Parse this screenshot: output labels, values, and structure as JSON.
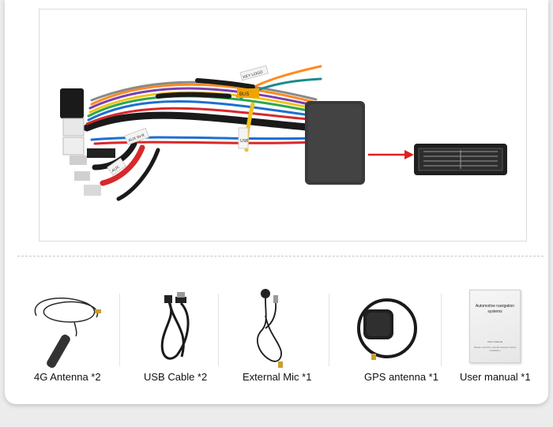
{
  "harness_tags": {
    "top_tag": "KEY LOGO",
    "orange_tag": "BUS",
    "aux_tag": "AUX IN R",
    "middle_tag": "USB",
    "bottom_tag": "AUX"
  },
  "accessories": [
    {
      "label": "4G Antenna *2",
      "icon": "4g-antenna-icon"
    },
    {
      "label": "USB Cable *2",
      "icon": "usb-cable-icon"
    },
    {
      "label": "External Mic *1",
      "icon": "microphone-icon"
    },
    {
      "label": "GPS antenna *1",
      "icon": "gps-antenna-icon"
    },
    {
      "label": "User manual *1",
      "icon": "manual-icon"
    }
  ],
  "manual": {
    "title": "Automotive navigation systems",
    "subtitle": "User's Manual",
    "fine_print": "Please read this manual carefully before installation"
  },
  "colors": {
    "arrow": "#e02020",
    "background": "#ececec",
    "card": "#ffffff"
  }
}
